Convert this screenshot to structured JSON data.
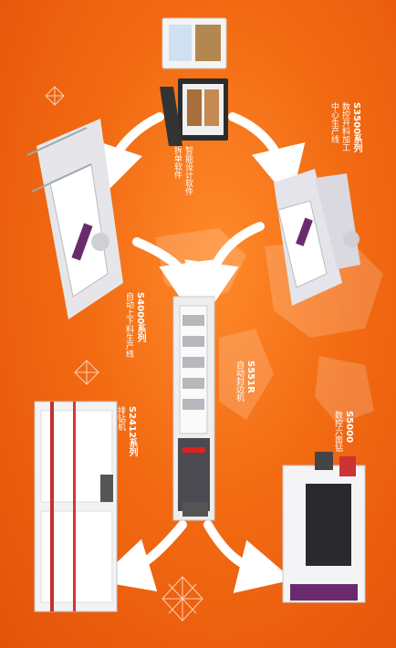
{
  "labels": {
    "software": {
      "line1": "智能设计软件",
      "line2": "拆单软件"
    },
    "s3500": {
      "title": "S3500系列",
      "line1": "数控开料加工",
      "line2": "中心生产线"
    },
    "s4000": {
      "title": "S4000系列",
      "line1": "自动上下料生产线"
    },
    "s551r": {
      "title": "S551R",
      "line1": "自动封边机"
    },
    "s2412": {
      "title": "S2412系列",
      "line1": "排钻机"
    },
    "s5000": {
      "title": "S5000",
      "line1": "数控六面钻"
    }
  },
  "colors": {
    "background": "#f26a12",
    "arrow": "#ffffff",
    "machine_body": "#e9e9ec",
    "machine_accent": "#6a2b6e"
  }
}
